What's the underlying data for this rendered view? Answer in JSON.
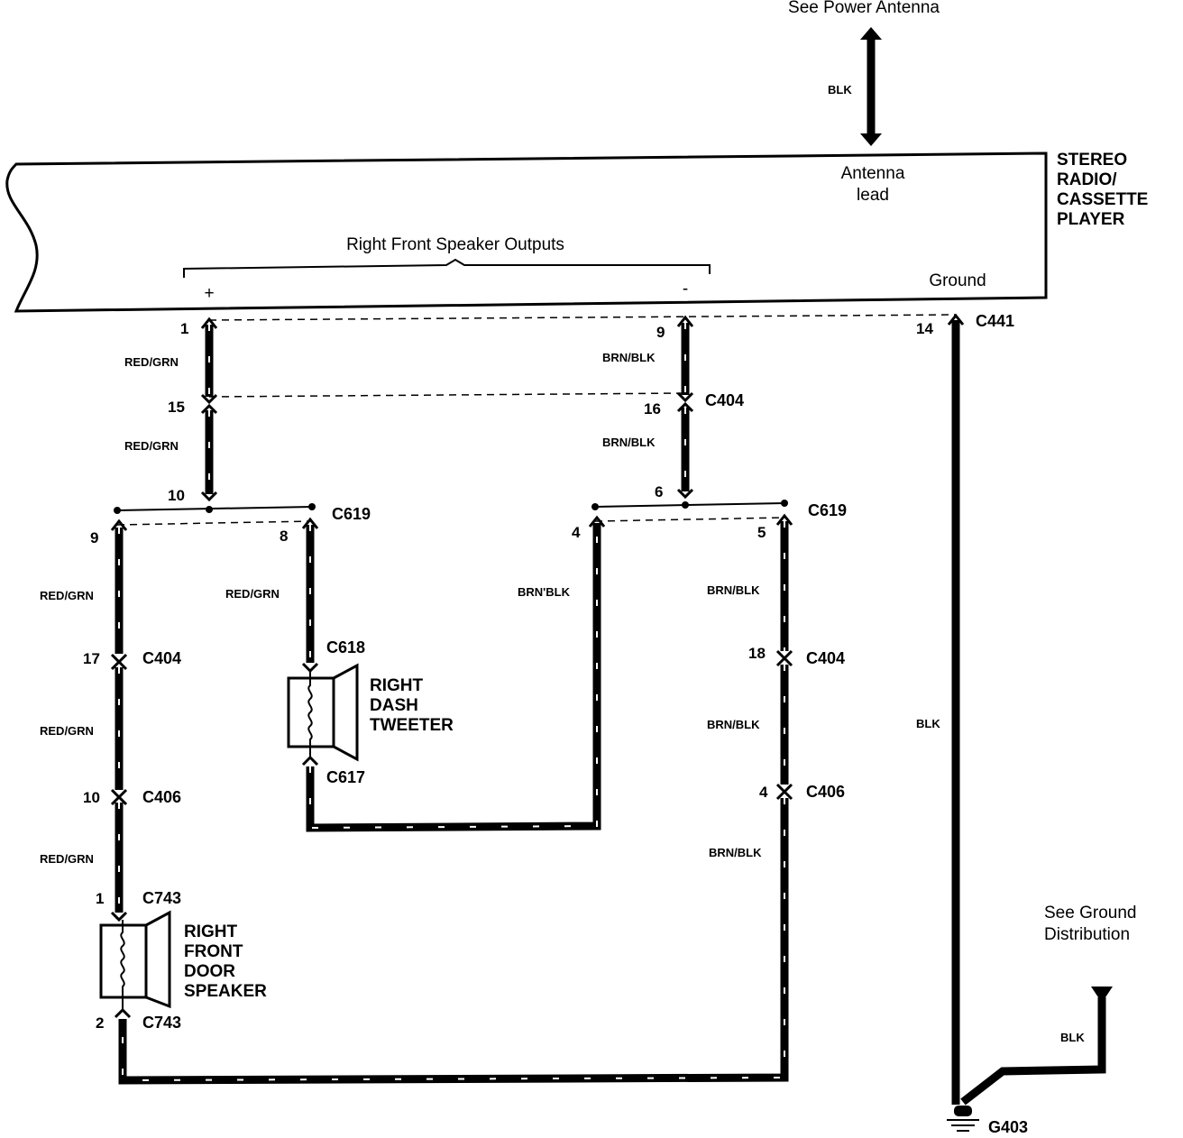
{
  "component": {
    "name_lines": [
      "STEREO",
      "RADIO/",
      "CASSETTE",
      "PLAYER"
    ],
    "antenna_lead_lines": [
      "Antenna",
      "lead"
    ],
    "ground_label": "Ground",
    "outputs_label": "Right Front Speaker Outputs",
    "plus": "+",
    "minus": "-"
  },
  "refs": {
    "power_antenna": "See Power Antenna",
    "ground_distribution_lines": [
      "See Ground",
      "Distribution"
    ]
  },
  "wire_colors": {
    "blk": "BLK",
    "red_grn": "RED/GRN",
    "brn_blk": "BRN/BLK",
    "brn_blk_alt": "BRN'BLK"
  },
  "connectors": {
    "c441": "C441",
    "c404": "C404",
    "c619": "C619",
    "c618": "C618",
    "c617": "C617",
    "c406": "C406",
    "c743": "C743",
    "g403": "G403"
  },
  "pins": {
    "p1": "1",
    "p9": "9",
    "p14": "14",
    "p15": "15",
    "p16": "16",
    "p10": "10",
    "p6": "6",
    "p8": "8",
    "p4": "4",
    "p5": "5",
    "p17": "17",
    "p18": "18",
    "p2": "2"
  },
  "tweeter_lines": [
    "RIGHT",
    "DASH",
    "TWEETER"
  ],
  "door_speaker_lines": [
    "RIGHT",
    "FRONT",
    "DOOR",
    "SPEAKER"
  ]
}
